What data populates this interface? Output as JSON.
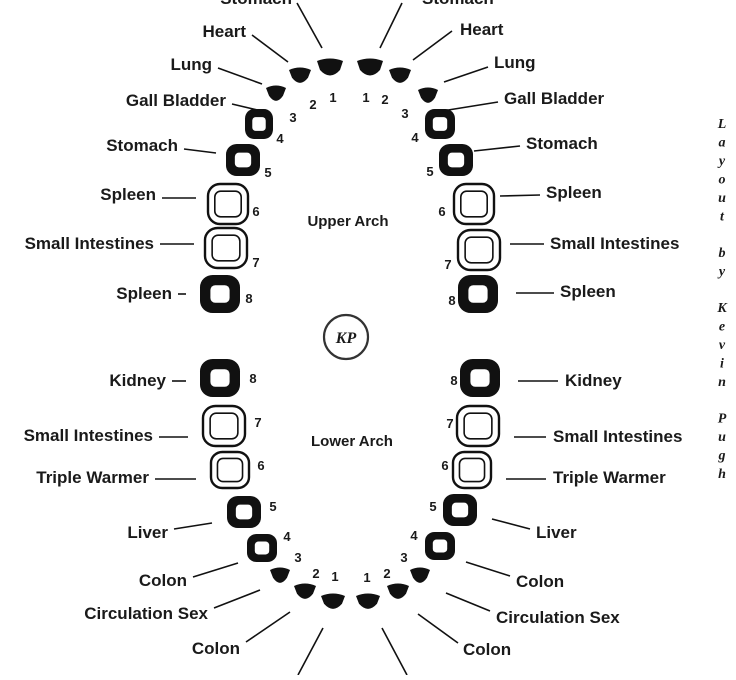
{
  "upper_arch_label": "Upper Arch",
  "lower_arch_label": "Lower Arch",
  "logo_text": "KP",
  "credit_letters": [
    "L",
    "a",
    "y",
    "o",
    "u",
    "t",
    "",
    "b",
    "y",
    "",
    "K",
    "e",
    "v",
    "i",
    "n",
    "",
    "P",
    "u",
    "g",
    "h"
  ],
  "upper_left": [
    {
      "label": "Stomach",
      "number": ""
    },
    {
      "label": "Heart",
      "number": "1"
    },
    {
      "label": "Lung",
      "number": "2"
    },
    {
      "label": "Gall Bladder",
      "number": "3"
    },
    {
      "label": "Stomach",
      "number": "4"
    },
    {
      "label": "Spleen",
      "number": "5"
    },
    {
      "label": "Small Intestines",
      "number": "6"
    },
    {
      "label": "Spleen",
      "number": "7"
    },
    {
      "label": "",
      "number": "8"
    }
  ],
  "upper_right": [
    {
      "label": "Stomach",
      "number": ""
    },
    {
      "label": "Heart",
      "number": "1"
    },
    {
      "label": "Lung",
      "number": "2"
    },
    {
      "label": "Gall Bladder",
      "number": "3"
    },
    {
      "label": "Stomach",
      "number": "4"
    },
    {
      "label": "Spleen",
      "number": "5"
    },
    {
      "label": "Small Intestines",
      "number": "6"
    },
    {
      "label": "Spleen",
      "number": "7"
    },
    {
      "label": "",
      "number": "8"
    }
  ],
  "lower_left": [
    {
      "label": "Kidney",
      "number": "8"
    },
    {
      "label": "Small Intestines",
      "number": "7"
    },
    {
      "label": "Triple Warmer",
      "number": "6"
    },
    {
      "label": "Liver",
      "number": "5"
    },
    {
      "label": "Colon",
      "number": "4"
    },
    {
      "label": "Circulation Sex",
      "number": "3"
    },
    {
      "label": "Colon",
      "number": "2"
    },
    {
      "label": "",
      "number": "1"
    }
  ],
  "lower_right": [
    {
      "label": "Kidney",
      "number": "8"
    },
    {
      "label": "Small Intestines",
      "number": "7"
    },
    {
      "label": "Triple Warmer",
      "number": "6"
    },
    {
      "label": "Liver",
      "number": "5"
    },
    {
      "label": "Colon",
      "number": "4"
    },
    {
      "label": "Circulation Sex",
      "number": "3"
    },
    {
      "label": "Colon",
      "number": "2"
    },
    {
      "label": "",
      "number": "1"
    }
  ]
}
